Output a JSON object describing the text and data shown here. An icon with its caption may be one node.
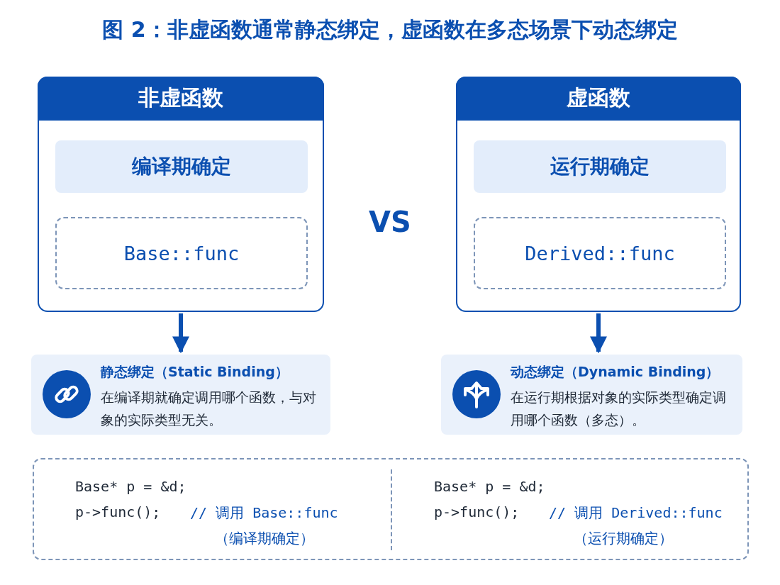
{
  "diagram": {
    "title": "图 2：非虚函数通常静态绑定，虚函数在多态场景下动态绑定",
    "nodes": [
      {
        "text": [
          "非虚函数"
        ]
      },
      {
        "text": [
          "编译期确定"
        ],
        "in": 0
      },
      {
        "text": [
          "Base::func"
        ],
        "in": 0
      },
      {
        "text": [
          "虚函数"
        ]
      },
      {
        "text": [
          "运行期确定"
        ],
        "in": 3
      },
      {
        "text": [
          "Derived::func"
        ],
        "in": 3
      },
      {
        "text": [
          "静态绑定（Static Binding）",
          "在编译期就确定调用哪个函数，与对象的实际类型无关。"
        ]
      },
      {
        "text": [
          "动态绑定（Dynamic Binding）",
          "在运行期根据对象的实际类型确定调用哪个函数（多态）。"
        ]
      },
      {
        "text": [
          "Base* p = &d;",
          "p->func();",
          "// 调用 Base::func",
          "（编译期确定）",
          "Base* p = &d;",
          "p->func();",
          "// 调用 Derived::func",
          "（运行期确定）"
        ]
      }
    ],
    "edges": [
      {
        "from": 0,
        "to": 6,
        "arrow": "to"
      },
      {
        "from": 3,
        "to": 7,
        "arrow": "to"
      }
    ],
    "labels": [
      "VS"
    ]
  }
}
